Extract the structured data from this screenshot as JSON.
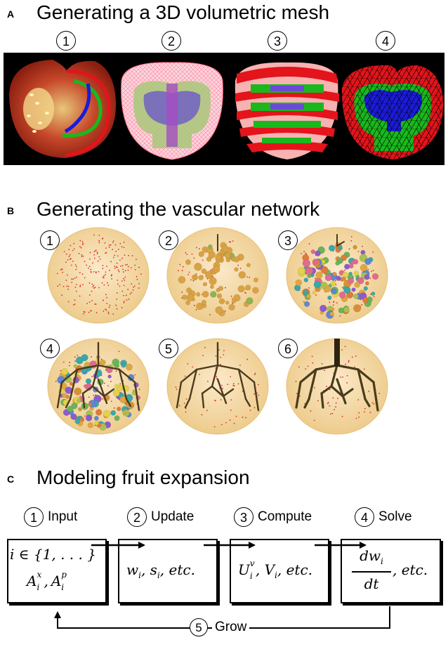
{
  "panel_a": {
    "letter": "A",
    "title": "Generating a 3D volumetric mesh",
    "steps": [
      "1",
      "2",
      "3",
      "4"
    ]
  },
  "panel_b": {
    "letter": "B",
    "title": "Generating the vascular network",
    "steps": [
      "1",
      "2",
      "3",
      "4",
      "5",
      "6"
    ]
  },
  "panel_c": {
    "letter": "C",
    "title": "Modeling fruit expansion",
    "stages": [
      {
        "num": "1",
        "label": "Input"
      },
      {
        "num": "2",
        "label": "Update"
      },
      {
        "num": "3",
        "label": "Compute"
      },
      {
        "num": "4",
        "label": "Solve"
      }
    ],
    "boxes": {
      "input_line1": "i ∈ {1, . . . }",
      "input_line2": "A",
      "input_sup1": "x",
      "input_sub1": "i",
      "input_sup2": "p",
      "input_sub2": "i",
      "update": "w",
      "compute": "U",
      "solve_num": "dw",
      "solve_den": "dt",
      "etc": "etc."
    },
    "grow": {
      "num": "5",
      "label": "Grow"
    }
  },
  "colors": {
    "mesh_red": "#e3141b",
    "mesh_green": "#19b81d",
    "mesh_blue": "#1b1bd6",
    "fruit_fill": "#f3d9a6",
    "branch": "#4a3b1c"
  }
}
